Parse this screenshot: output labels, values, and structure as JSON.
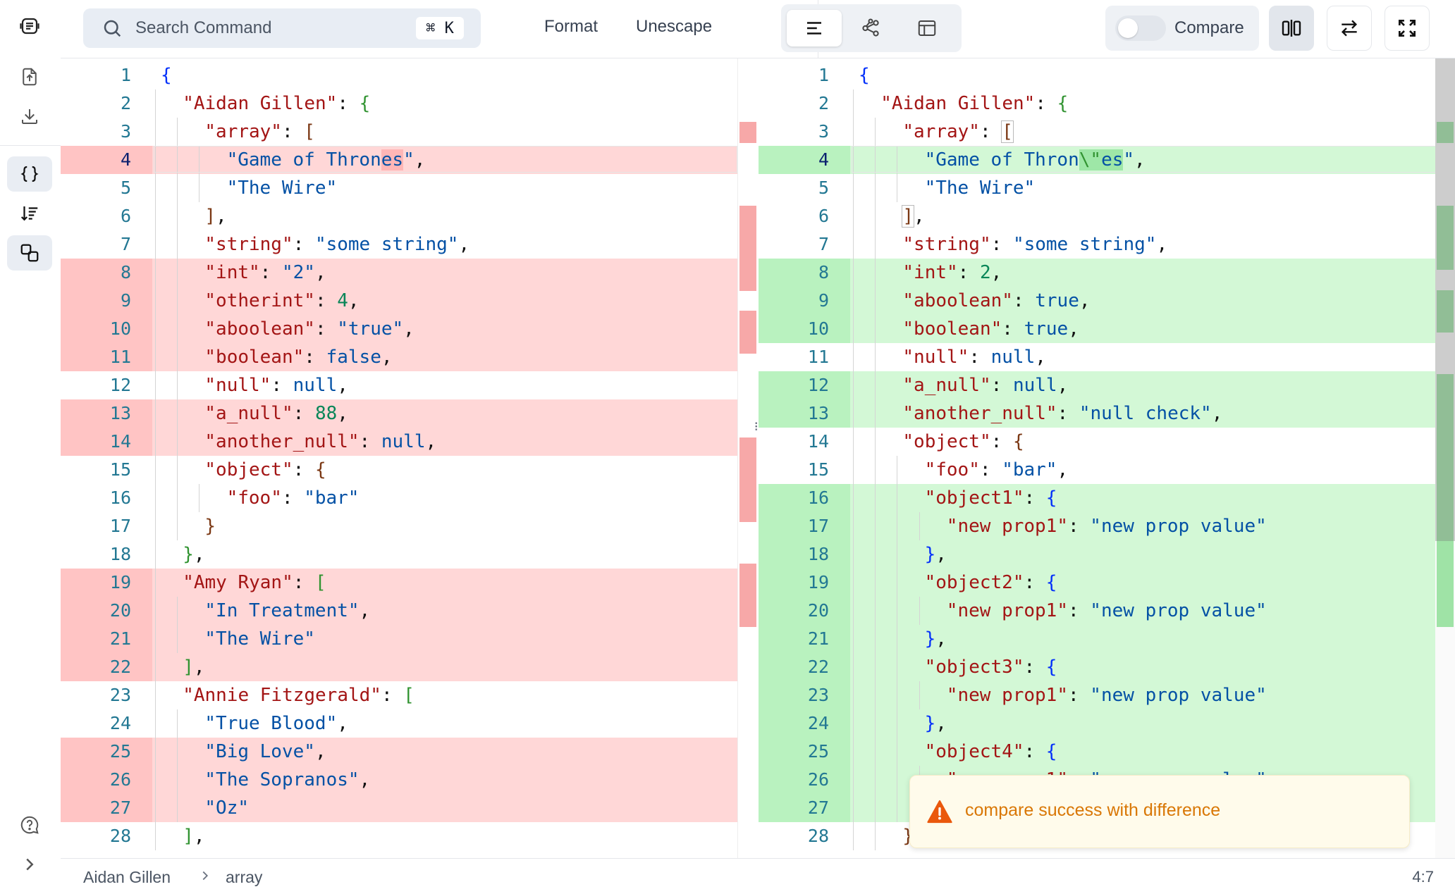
{
  "toolbar": {
    "search_placeholder": "Search Command",
    "shortcut": "⌘ K",
    "format_label": "Format",
    "unescape_label": "Unescape",
    "compare_label": "Compare"
  },
  "rail": {
    "icons": [
      "logo-icon",
      "import-file-icon",
      "download-icon",
      "json-braces-icon",
      "sort-icon",
      "compare-icon",
      "help-icon",
      "expand-chevron-icon"
    ]
  },
  "left_lines": [
    {
      "n": 1,
      "hl": "",
      "indent": 0,
      "tokens": [
        {
          "t": "{",
          "c": "br1"
        }
      ]
    },
    {
      "n": 2,
      "hl": "",
      "indent": 1,
      "tokens": [
        {
          "t": "\"Aidan Gillen\"",
          "c": "k"
        },
        {
          "t": ": ",
          "c": "p"
        },
        {
          "t": "{",
          "c": "br2"
        }
      ]
    },
    {
      "n": 3,
      "hl": "",
      "indent": 2,
      "tokens": [
        {
          "t": "\"array\"",
          "c": "k"
        },
        {
          "t": ": ",
          "c": "p"
        },
        {
          "t": "[",
          "c": "br3"
        }
      ]
    },
    {
      "n": 4,
      "hl": "red",
      "indent": 3,
      "cur": true,
      "tokens": [
        {
          "t": "\"Game of Thron",
          "c": "s"
        },
        {
          "t": "es",
          "c": "s",
          "h": "r"
        },
        {
          "t": "\"",
          "c": "s"
        },
        {
          "t": ",",
          "c": "p"
        }
      ]
    },
    {
      "n": 5,
      "hl": "",
      "indent": 3,
      "tokens": [
        {
          "t": "\"The Wire\"",
          "c": "s"
        }
      ]
    },
    {
      "n": 6,
      "hl": "",
      "indent": 2,
      "tokens": [
        {
          "t": "]",
          "c": "br3"
        },
        {
          "t": ",",
          "c": "p"
        }
      ]
    },
    {
      "n": 7,
      "hl": "",
      "indent": 2,
      "tokens": [
        {
          "t": "\"string\"",
          "c": "k"
        },
        {
          "t": ": ",
          "c": "p"
        },
        {
          "t": "\"some string\"",
          "c": "s"
        },
        {
          "t": ",",
          "c": "p"
        }
      ]
    },
    {
      "n": 8,
      "hl": "red",
      "indent": 2,
      "tokens": [
        {
          "t": "\"int\"",
          "c": "k"
        },
        {
          "t": ": ",
          "c": "p"
        },
        {
          "t": "\"2\"",
          "c": "s"
        },
        {
          "t": ",",
          "c": "p"
        }
      ]
    },
    {
      "n": 9,
      "hl": "red",
      "indent": 2,
      "tokens": [
        {
          "t": "\"otherint\"",
          "c": "k"
        },
        {
          "t": ": ",
          "c": "p"
        },
        {
          "t": "4",
          "c": "n"
        },
        {
          "t": ",",
          "c": "p"
        }
      ]
    },
    {
      "n": 10,
      "hl": "red",
      "indent": 2,
      "tokens": [
        {
          "t": "\"aboolean\"",
          "c": "k"
        },
        {
          "t": ": ",
          "c": "p"
        },
        {
          "t": "\"true\"",
          "c": "s"
        },
        {
          "t": ",",
          "c": "p"
        }
      ]
    },
    {
      "n": 11,
      "hl": "red",
      "indent": 2,
      "tokens": [
        {
          "t": "\"boolean\"",
          "c": "k"
        },
        {
          "t": ": ",
          "c": "p"
        },
        {
          "t": "false",
          "c": "s"
        },
        {
          "t": ",",
          "c": "p"
        }
      ]
    },
    {
      "n": 12,
      "hl": "",
      "indent": 2,
      "tokens": [
        {
          "t": "\"null\"",
          "c": "k"
        },
        {
          "t": ": ",
          "c": "p"
        },
        {
          "t": "null",
          "c": "s"
        },
        {
          "t": ",",
          "c": "p"
        }
      ]
    },
    {
      "n": 13,
      "hl": "red",
      "indent": 2,
      "tokens": [
        {
          "t": "\"a_null\"",
          "c": "k"
        },
        {
          "t": ": ",
          "c": "p"
        },
        {
          "t": "88",
          "c": "n"
        },
        {
          "t": ",",
          "c": "p"
        }
      ]
    },
    {
      "n": 14,
      "hl": "red",
      "indent": 2,
      "tokens": [
        {
          "t": "\"another_null\"",
          "c": "k"
        },
        {
          "t": ": ",
          "c": "p"
        },
        {
          "t": "null",
          "c": "s"
        },
        {
          "t": ",",
          "c": "p"
        }
      ]
    },
    {
      "n": 15,
      "hl": "",
      "indent": 2,
      "tokens": [
        {
          "t": "\"object\"",
          "c": "k"
        },
        {
          "t": ": ",
          "c": "p"
        },
        {
          "t": "{",
          "c": "br3"
        }
      ]
    },
    {
      "n": 16,
      "hl": "",
      "indent": 3,
      "tokens": [
        {
          "t": "\"foo\"",
          "c": "k"
        },
        {
          "t": ": ",
          "c": "p"
        },
        {
          "t": "\"bar\"",
          "c": "s"
        }
      ]
    },
    {
      "n": 17,
      "hl": "",
      "indent": 2,
      "tokens": [
        {
          "t": "}",
          "c": "br3"
        }
      ]
    },
    {
      "n": 18,
      "hl": "",
      "indent": 1,
      "tokens": [
        {
          "t": "}",
          "c": "br2"
        },
        {
          "t": ",",
          "c": "p"
        }
      ]
    },
    {
      "n": 19,
      "hl": "red",
      "indent": 1,
      "tokens": [
        {
          "t": "\"Amy Ryan\"",
          "c": "k"
        },
        {
          "t": ": ",
          "c": "p"
        },
        {
          "t": "[",
          "c": "br2"
        }
      ]
    },
    {
      "n": 20,
      "hl": "red",
      "indent": 2,
      "tokens": [
        {
          "t": "\"In Treatment\"",
          "c": "s"
        },
        {
          "t": ",",
          "c": "p"
        }
      ]
    },
    {
      "n": 21,
      "hl": "red",
      "indent": 2,
      "tokens": [
        {
          "t": "\"The Wire\"",
          "c": "s"
        }
      ]
    },
    {
      "n": 22,
      "hl": "red",
      "indent": 1,
      "tokens": [
        {
          "t": "]",
          "c": "br2"
        },
        {
          "t": ",",
          "c": "p"
        }
      ]
    },
    {
      "n": 23,
      "hl": "",
      "indent": 1,
      "tokens": [
        {
          "t": "\"Annie Fitzgerald\"",
          "c": "k"
        },
        {
          "t": ": ",
          "c": "p"
        },
        {
          "t": "[",
          "c": "br2"
        }
      ]
    },
    {
      "n": 24,
      "hl": "",
      "indent": 2,
      "tokens": [
        {
          "t": "\"True Blood\"",
          "c": "s"
        },
        {
          "t": ",",
          "c": "p"
        }
      ]
    },
    {
      "n": 25,
      "hl": "red",
      "indent": 2,
      "tokens": [
        {
          "t": "\"Big Love\"",
          "c": "s"
        },
        {
          "t": ",",
          "c": "p"
        }
      ]
    },
    {
      "n": 26,
      "hl": "red",
      "indent": 2,
      "tokens": [
        {
          "t": "\"The Sopranos\"",
          "c": "s"
        },
        {
          "t": ",",
          "c": "p"
        }
      ]
    },
    {
      "n": 27,
      "hl": "red",
      "indent": 2,
      "tokens": [
        {
          "t": "\"Oz\"",
          "c": "s"
        }
      ]
    },
    {
      "n": 28,
      "hl": "",
      "indent": 1,
      "tokens": [
        {
          "t": "]",
          "c": "br2"
        },
        {
          "t": ",",
          "c": "p"
        }
      ]
    }
  ],
  "right_lines": [
    {
      "n": 1,
      "hl": "",
      "indent": 0,
      "tokens": [
        {
          "t": "{",
          "c": "br1"
        }
      ]
    },
    {
      "n": 2,
      "hl": "",
      "indent": 1,
      "tokens": [
        {
          "t": "\"Aidan Gillen\"",
          "c": "k"
        },
        {
          "t": ": ",
          "c": "p"
        },
        {
          "t": "{",
          "c": "br2"
        }
      ]
    },
    {
      "n": 3,
      "hl": "",
      "indent": 2,
      "tokens": [
        {
          "t": "\"array\"",
          "c": "k"
        },
        {
          "t": ": ",
          "c": "p"
        },
        {
          "t": "[",
          "c": "br3",
          "box": true
        }
      ]
    },
    {
      "n": 4,
      "hl": "green",
      "indent": 3,
      "cur": true,
      "tokens": [
        {
          "t": "\"Game of Thron",
          "c": "s"
        },
        {
          "t": "\\\"",
          "c": "br2",
          "h": "g"
        },
        {
          "t": "es",
          "c": "s",
          "h": "g"
        },
        {
          "t": "\"",
          "c": "s"
        },
        {
          "t": ",",
          "c": "p"
        }
      ]
    },
    {
      "n": 5,
      "hl": "",
      "indent": 3,
      "tokens": [
        {
          "t": "\"The Wire\"",
          "c": "s"
        }
      ]
    },
    {
      "n": 6,
      "hl": "",
      "indent": 2,
      "tokens": [
        {
          "t": "]",
          "c": "br3",
          "box": true
        },
        {
          "t": ",",
          "c": "p"
        }
      ]
    },
    {
      "n": 7,
      "hl": "",
      "indent": 2,
      "tokens": [
        {
          "t": "\"string\"",
          "c": "k"
        },
        {
          "t": ": ",
          "c": "p"
        },
        {
          "t": "\"some string\"",
          "c": "s"
        },
        {
          "t": ",",
          "c": "p"
        }
      ]
    },
    {
      "n": 8,
      "hl": "green",
      "indent": 2,
      "tokens": [
        {
          "t": "\"int\"",
          "c": "k"
        },
        {
          "t": ": ",
          "c": "p"
        },
        {
          "t": "2",
          "c": "n"
        },
        {
          "t": ",",
          "c": "p"
        }
      ]
    },
    {
      "n": 9,
      "hl": "green",
      "indent": 2,
      "tokens": [
        {
          "t": "\"aboolean\"",
          "c": "k"
        },
        {
          "t": ": ",
          "c": "p"
        },
        {
          "t": "true",
          "c": "s"
        },
        {
          "t": ",",
          "c": "p"
        }
      ]
    },
    {
      "n": 10,
      "hl": "green",
      "indent": 2,
      "tokens": [
        {
          "t": "\"boolean\"",
          "c": "k"
        },
        {
          "t": ": ",
          "c": "p"
        },
        {
          "t": "true",
          "c": "s"
        },
        {
          "t": ",",
          "c": "p"
        }
      ]
    },
    {
      "n": 11,
      "hl": "",
      "indent": 2,
      "tokens": [
        {
          "t": "\"null\"",
          "c": "k"
        },
        {
          "t": ": ",
          "c": "p"
        },
        {
          "t": "null",
          "c": "s"
        },
        {
          "t": ",",
          "c": "p"
        }
      ]
    },
    {
      "n": 12,
      "hl": "green",
      "indent": 2,
      "tokens": [
        {
          "t": "\"a_null\"",
          "c": "k"
        },
        {
          "t": ": ",
          "c": "p"
        },
        {
          "t": "null",
          "c": "s"
        },
        {
          "t": ",",
          "c": "p"
        }
      ]
    },
    {
      "n": 13,
      "hl": "green",
      "indent": 2,
      "tokens": [
        {
          "t": "\"another_null\"",
          "c": "k"
        },
        {
          "t": ": ",
          "c": "p"
        },
        {
          "t": "\"null check\"",
          "c": "s"
        },
        {
          "t": ",",
          "c": "p"
        }
      ]
    },
    {
      "n": 14,
      "hl": "",
      "indent": 2,
      "tokens": [
        {
          "t": "\"object\"",
          "c": "k"
        },
        {
          "t": ": ",
          "c": "p"
        },
        {
          "t": "{",
          "c": "br3"
        }
      ]
    },
    {
      "n": 15,
      "hl": "",
      "indent": 3,
      "tokens": [
        {
          "t": "\"foo\"",
          "c": "k"
        },
        {
          "t": ": ",
          "c": "p"
        },
        {
          "t": "\"bar\"",
          "c": "s"
        },
        {
          "t": ",",
          "c": "p"
        }
      ]
    },
    {
      "n": 16,
      "hl": "green",
      "indent": 3,
      "tokens": [
        {
          "t": "\"object1\"",
          "c": "k"
        },
        {
          "t": ": ",
          "c": "p"
        },
        {
          "t": "{",
          "c": "br1"
        }
      ]
    },
    {
      "n": 17,
      "hl": "green",
      "indent": 4,
      "tokens": [
        {
          "t": "\"new prop1\"",
          "c": "k"
        },
        {
          "t": ": ",
          "c": "p"
        },
        {
          "t": "\"new prop value\"",
          "c": "s"
        }
      ]
    },
    {
      "n": 18,
      "hl": "green",
      "indent": 3,
      "tokens": [
        {
          "t": "}",
          "c": "br1"
        },
        {
          "t": ",",
          "c": "p"
        }
      ]
    },
    {
      "n": 19,
      "hl": "green",
      "indent": 3,
      "tokens": [
        {
          "t": "\"object2\"",
          "c": "k"
        },
        {
          "t": ": ",
          "c": "p"
        },
        {
          "t": "{",
          "c": "br1"
        }
      ]
    },
    {
      "n": 20,
      "hl": "green",
      "indent": 4,
      "tokens": [
        {
          "t": "\"new prop1\"",
          "c": "k"
        },
        {
          "t": ": ",
          "c": "p"
        },
        {
          "t": "\"new prop value\"",
          "c": "s"
        }
      ]
    },
    {
      "n": 21,
      "hl": "green",
      "indent": 3,
      "tokens": [
        {
          "t": "}",
          "c": "br1"
        },
        {
          "t": ",",
          "c": "p"
        }
      ]
    },
    {
      "n": 22,
      "hl": "green",
      "indent": 3,
      "tokens": [
        {
          "t": "\"object3\"",
          "c": "k"
        },
        {
          "t": ": ",
          "c": "p"
        },
        {
          "t": "{",
          "c": "br1"
        }
      ]
    },
    {
      "n": 23,
      "hl": "green",
      "indent": 4,
      "tokens": [
        {
          "t": "\"new prop1\"",
          "c": "k"
        },
        {
          "t": ": ",
          "c": "p"
        },
        {
          "t": "\"new prop value\"",
          "c": "s"
        }
      ]
    },
    {
      "n": 24,
      "hl": "green",
      "indent": 3,
      "tokens": [
        {
          "t": "}",
          "c": "br1"
        },
        {
          "t": ",",
          "c": "p"
        }
      ]
    },
    {
      "n": 25,
      "hl": "green",
      "indent": 3,
      "tokens": [
        {
          "t": "\"object4\"",
          "c": "k"
        },
        {
          "t": ": ",
          "c": "p"
        },
        {
          "t": "{",
          "c": "br1"
        }
      ]
    },
    {
      "n": 26,
      "hl": "green",
      "indent": 4,
      "tokens": [
        {
          "t": "\"new prop1\"",
          "c": "k"
        },
        {
          "t": ": ",
          "c": "p"
        },
        {
          "t": "\"new prop value\"",
          "c": "s"
        }
      ]
    },
    {
      "n": 27,
      "hl": "green",
      "indent": 3,
      "tokens": [
        {
          "t": "}",
          "c": "br1"
        }
      ]
    },
    {
      "n": 28,
      "hl": "",
      "indent": 2,
      "tokens": [
        {
          "t": "}",
          "c": "br3"
        }
      ]
    }
  ],
  "toast": {
    "message": "compare success with difference"
  },
  "statusbar": {
    "crumbs": [
      "Aidan Gillen",
      "array"
    ],
    "cursor": "4:7"
  },
  "colors": {
    "removed": "#ffd7d7",
    "added": "#d3f8d6",
    "accent": "#e2e6ec",
    "warning": "#d97706"
  }
}
